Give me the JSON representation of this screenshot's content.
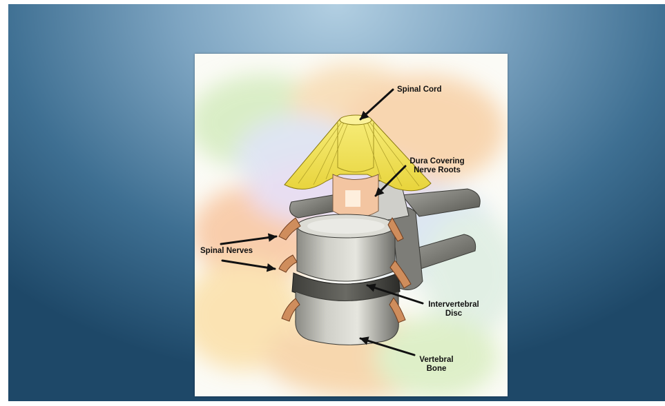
{
  "diagram": {
    "labels": {
      "spinal_cord": "Spinal Cord",
      "dura_line1": "Dura Covering",
      "dura_line2": "Nerve Roots",
      "spinal_nerves": "Spinal Nerves",
      "disc_line1": "Intervertebral",
      "disc_line2": "Disc",
      "bone_line1": "Vertebral",
      "bone_line2": "Bone"
    }
  }
}
